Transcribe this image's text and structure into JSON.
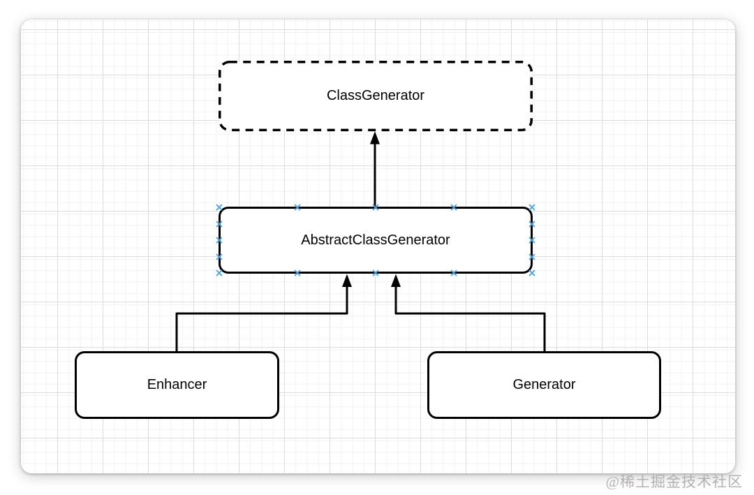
{
  "diagram": {
    "nodes": [
      {
        "id": "class-generator",
        "label": "ClassGenerator",
        "border_style": "dashed",
        "selected": false
      },
      {
        "id": "abstract-class-generator",
        "label": "AbstractClassGenerator",
        "border_style": "solid",
        "selected": true
      },
      {
        "id": "enhancer",
        "label": "Enhancer",
        "border_style": "solid",
        "selected": false
      },
      {
        "id": "generator",
        "label": "Generator",
        "border_style": "solid",
        "selected": false
      }
    ],
    "edges": [
      {
        "from": "abstract-class-generator",
        "to": "class-generator",
        "arrow": "triangle-up"
      },
      {
        "from": "enhancer",
        "to": "abstract-class-generator",
        "arrow": "triangle-up"
      },
      {
        "from": "generator",
        "to": "abstract-class-generator",
        "arrow": "triangle-up"
      }
    ],
    "colors": {
      "stroke": "#000000",
      "node_fill": "#ffffff",
      "connection_point": "#42a3e8",
      "grid_minor": "#f2f2f2",
      "grid_major": "#dcdcdc",
      "canvas_bg": "#ffffff"
    }
  },
  "watermark": {
    "text": "@稀土掘金技术社区",
    "color": "#b3b1b1"
  }
}
